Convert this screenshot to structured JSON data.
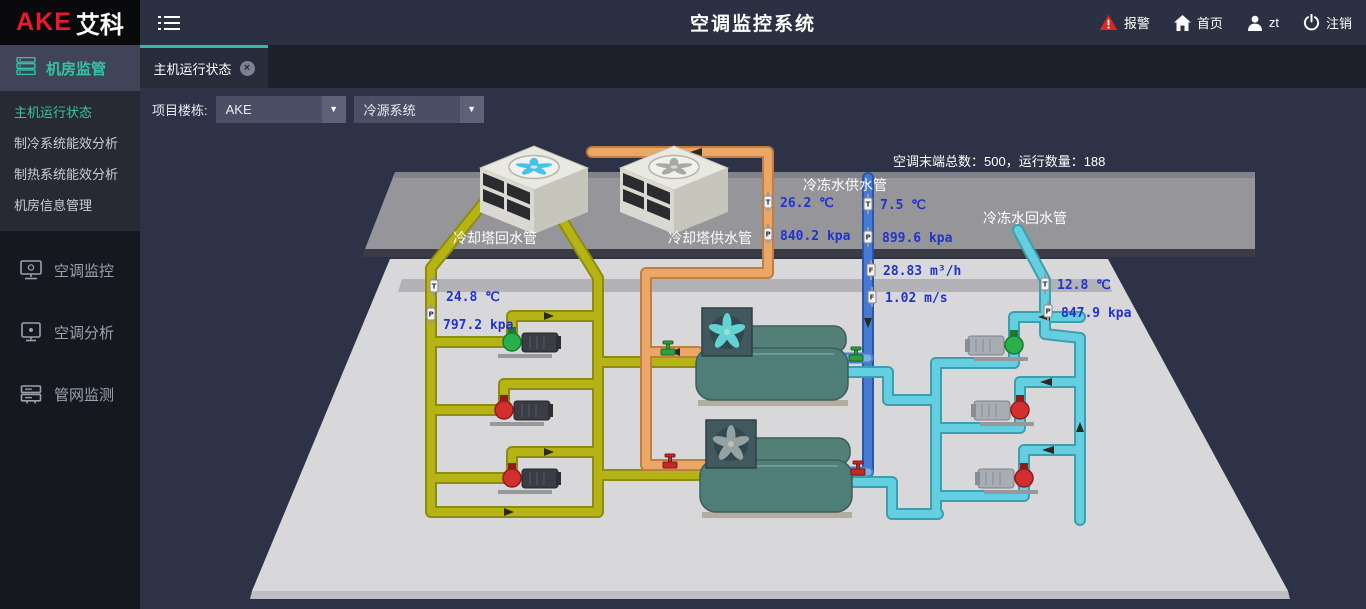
{
  "header": {
    "brand": "AKE",
    "brand_suffix": "艾科",
    "title": "空调监控系统",
    "actions": {
      "alarm": "报警",
      "home": "首页",
      "user": "zt",
      "logout": "注销"
    }
  },
  "sidebar": {
    "groups": [
      {
        "label": "机房监管",
        "children": [
          "主机运行状态",
          "制冷系统能效分析",
          "制热系统能效分析",
          "机房信息管理"
        ],
        "active_child": "主机运行状态"
      },
      {
        "label": "空调监控"
      },
      {
        "label": "空调分析"
      },
      {
        "label": "管网监测"
      }
    ]
  },
  "tab": {
    "label": "主机运行状态"
  },
  "filter": {
    "label": "项目楼栋:",
    "building": "AKE",
    "system": "冷源系统"
  },
  "scene": {
    "stats": "空调末端总数：500，运行数量：188",
    "labels": {
      "tower_return": "冷却塔回水管",
      "tower_supply": "冷却塔供水管",
      "chilled_supply": "冷冻水供水管",
      "chilled_return": "冷冻水回水管"
    },
    "sensors": [
      {
        "letter": "T",
        "value": "26.2 ℃"
      },
      {
        "letter": "P",
        "value": "840.2 kpa"
      },
      {
        "letter": "T",
        "value": "7.5 ℃"
      },
      {
        "letter": "P",
        "value": "899.6 kpa"
      },
      {
        "letter": "F",
        "value": "28.83 m³/h"
      },
      {
        "letter": "F",
        "value": "1.02 m/s"
      },
      {
        "letter": "T",
        "value": "24.8 ℃"
      },
      {
        "letter": "P",
        "value": "797.2 kpa"
      },
      {
        "letter": "T",
        "value": "12.8 ℃"
      },
      {
        "letter": "P",
        "value": "847.9 kpa"
      }
    ],
    "colors": {
      "accent": "#35c4a2",
      "alarm": "#e02525",
      "pipe_cooling_return": "#b6b414",
      "pipe_cooling_supply": "#eaa768",
      "pipe_chilled_supply": "#4479d4",
      "pipe_chilled_return": "#64cfe0",
      "value_text": "#2233cc",
      "floor": "#d8d8da",
      "platform": "#95959a"
    }
  }
}
